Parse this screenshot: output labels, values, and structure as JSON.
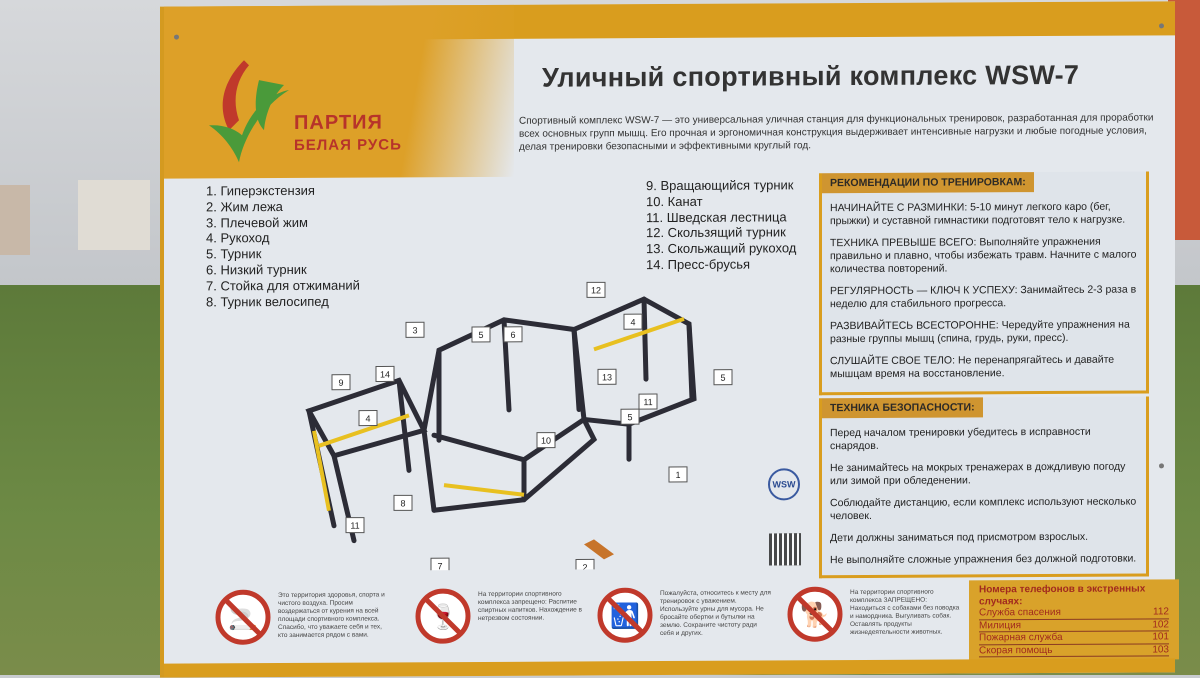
{
  "sign": {
    "title": "Уличный спортивный комплекс WSW-7",
    "intro": "Спортивный комплекс WSW-7 — это универсальная уличная станция для функциональных тренировок, разработанная для проработки всех основных групп мышц. Его прочная и эргономичная конструкция выдерживает интенсивные нагрузки и любые погодные условия, делая тренировки безопасными и эффективными круглый год.",
    "logo": {
      "line1": "ПАРТИЯ",
      "line2": "БЕЛАЯ РУСЬ",
      "colors": {
        "red": "#c0392b",
        "green": "#4a9a3a"
      }
    },
    "equipment_left": [
      "1. Гиперэкстензия",
      "2. Жим лежа",
      "3. Плечевой жим",
      "4. Рукоход",
      "5. Турник",
      "6. Низкий турник",
      "7. Стойка для отжиманий",
      "8. Турник велосипед"
    ],
    "equipment_right": [
      "9. Вращающийся турник",
      "10. Канат",
      "11. Шведская лестница",
      "12. Скользящий турник",
      "13. Скольжащий рукоход",
      "14. Пресс-брусья"
    ],
    "diagram_labels": [
      "1",
      "2",
      "3",
      "4",
      "4",
      "5",
      "5",
      "5",
      "6",
      "7",
      "8",
      "9",
      "10",
      "11",
      "11",
      "12",
      "13",
      "14"
    ],
    "recommendations": {
      "heading": "РЕКОМЕНДАЦИИ ПО ТРЕНИРОВКАМ:",
      "items": [
        "НАЧИНАЙТЕ С РАЗМИНКИ: 5-10 минут легкого каро (бег, прыжки) и суставной гимнастики подготовят тело к нагрузке.",
        "ТЕХНИКА ПРЕВЫШЕ ВСЕГО: Выполняйте упражнения правильно и плавно, чтобы избежать травм. Начните с малого количества повторений.",
        "РЕГУЛЯРНОСТЬ — КЛЮЧ К УСПЕХУ: Занимайтесь 2-3 раза в неделю для стабильного прогресса.",
        "РАЗВИВАЙТЕСЬ ВСЕСТОРОННЕ: Чередуйте упражнения на разные группы мышц (спина, грудь, руки, пресс).",
        "СЛУШАЙТЕ СВОЕ ТЕЛО: Не перенапрягайтесь и давайте мышцам время на восстановление."
      ]
    },
    "safety": {
      "heading": "ТЕХНИКА БЕЗОПАСНОСТИ:",
      "items": [
        "Перед началом тренировки убедитесь в исправности снарядов.",
        "Не занимайтесь на мокрых тренажерах в дождливую погоду или зимой при обледенении.",
        "Соблюдайте дистанцию, если комплекс используют несколько человек.",
        "Дети должны заниматься под присмотром взрослых.",
        "Не выполняйте сложные упражнения без должной подготовки."
      ]
    },
    "brand_mark": "WSW",
    "notices": [
      {
        "icon": "no-smoking-icon",
        "text": "Это территория здоровья, спорта и чистого воздуха. Просим воздержаться от курения на всей площади спортивного комплекса. Спасибо, что уважаете себя и тех, кто занимается рядом с вами."
      },
      {
        "icon": "no-alcohol-icon",
        "text": "На территории спортивного комплекса запрещено: Распитие спиртных напитков. Нахождение в нетрезвом состоянии."
      },
      {
        "icon": "no-littering-icon",
        "text": "Пожалуйста, относитесь к месту для тренировок с уважением. Используйте урны для мусора. Не бросайте обертки и бутылки на землю. Сохраните чистоту ради себя и других."
      },
      {
        "icon": "no-dogs-icon",
        "text": "На территории спортивного комплекса ЗАПРЕЩЕНО: Находиться с собаками без поводка и намордника. Выгуливать собак. Оставлять продукты жизнедеятельности животных."
      }
    ],
    "emergency": {
      "heading": "Номера телефонов в экстренных случаях:",
      "items": [
        {
          "name": "Служба спасения",
          "number": "112"
        },
        {
          "name": "Милиция",
          "number": "102"
        },
        {
          "name": "Пожарная служба",
          "number": "101"
        },
        {
          "name": "Скорая помощь",
          "number": "103"
        }
      ]
    },
    "colors": {
      "accent": "#d99d1e",
      "text": "#333333",
      "warning": "#c0392b"
    }
  }
}
